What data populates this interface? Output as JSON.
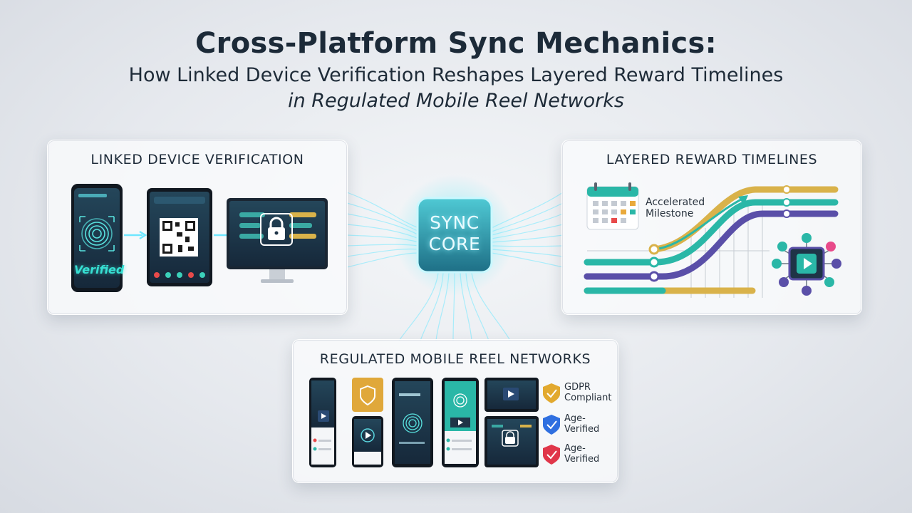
{
  "header": {
    "title": "Cross-Platform Sync Mechanics:",
    "subtitle_line1": "How Linked Device Verification Reshapes Layered Reward Timelines",
    "subtitle_line2": "in Regulated Mobile Reel Networks"
  },
  "core": {
    "line1": "SYNC",
    "line2": "CORE"
  },
  "panels": {
    "device": {
      "title": "LINKED DEVICE VERIFICATION",
      "verified_label": "Verified"
    },
    "rewards": {
      "title": "LAYERED REWARD TIMELINES",
      "milestone_line1": "Accelerated",
      "milestone_line2": "Milestone"
    },
    "reels": {
      "title": "REGULATED MOBILE REEL NETWORKS",
      "badges": [
        {
          "line1": "GDPR",
          "line2": "Compliant",
          "icon": "shield-check-icon",
          "color": "#e2a92f"
        },
        {
          "line1": "Age-",
          "line2": "Verified",
          "icon": "shield-check-icon",
          "color": "#2f6fe0"
        },
        {
          "line1": "Age-",
          "line2": "Verified",
          "icon": "shield-check-icon",
          "color": "#e0364a"
        }
      ]
    }
  },
  "colors": {
    "teal": "#2ab7a7",
    "gold": "#d9b24a",
    "purple": "#5a4fa8",
    "glow": "#6fe7ff",
    "dark_screen": "#1f3447"
  }
}
